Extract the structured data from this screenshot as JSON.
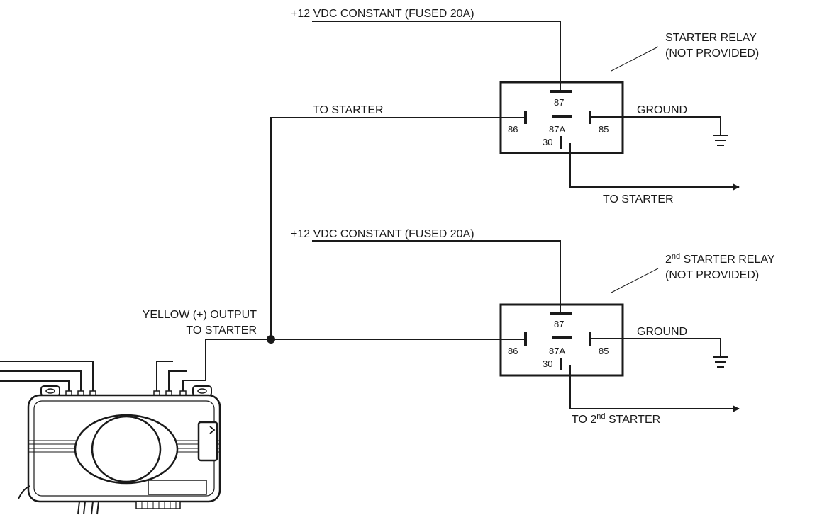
{
  "relay1": {
    "supply_label": "+12 VDC CONSTANT (FUSED 20A)",
    "title_line1": "STARTER RELAY",
    "title_line2": "(NOT PROVIDED)",
    "pin_87": "87",
    "pin_86": "86",
    "pin_87a": "87A",
    "pin_85": "85",
    "pin_30": "30",
    "ground_label": "GROUND",
    "input_label": "TO STARTER",
    "output_label": "TO STARTER"
  },
  "relay2": {
    "supply_label": "+12 VDC CONSTANT (FUSED 20A)",
    "title_prefix": "2",
    "title_sup": "nd",
    "title_rest": " STARTER RELAY",
    "title_line2": "(NOT PROVIDED)",
    "pin_87": "87",
    "pin_86": "86",
    "pin_87a": "87A",
    "pin_85": "85",
    "pin_30": "30",
    "ground_label": "GROUND",
    "output_prefix": "TO 2",
    "output_sup": "nd",
    "output_rest": " STARTER"
  },
  "module": {
    "output_line1": "YELLOW (+) OUTPUT",
    "output_line2": "TO STARTER"
  }
}
